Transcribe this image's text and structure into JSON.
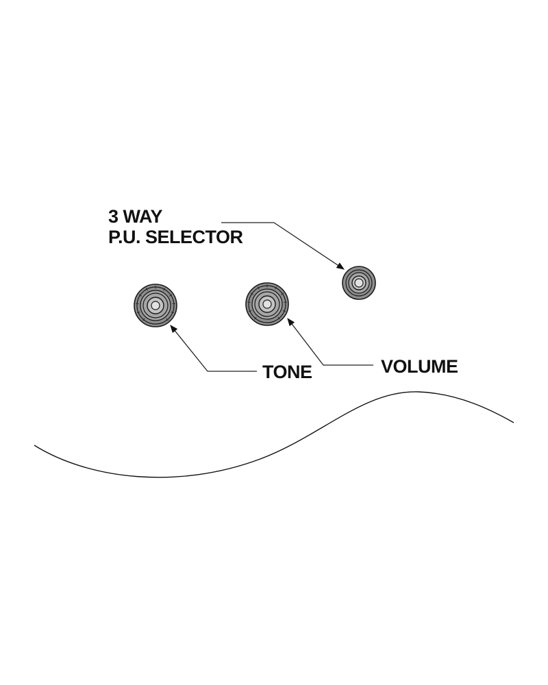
{
  "labels": {
    "selector_line1": "3 WAY",
    "selector_line2": "P.U. SELECTOR",
    "tone": "TONE",
    "volume": "VOLUME"
  },
  "colors": {
    "knob_fill": "#8e8e8e",
    "outline": "#111111",
    "background": "#ffffff"
  },
  "components": [
    {
      "name": "tone-knob",
      "icon": "knob-icon"
    },
    {
      "name": "volume-knob",
      "icon": "knob-icon"
    },
    {
      "name": "pickup-selector-switch",
      "icon": "switch-tip-icon"
    }
  ]
}
